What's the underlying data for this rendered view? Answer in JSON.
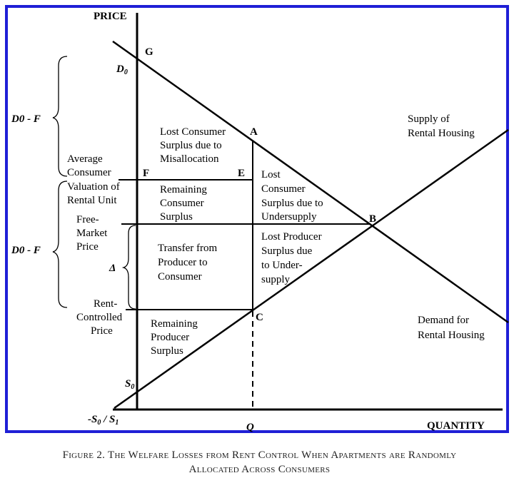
{
  "axes": {
    "y_label": "PRICE",
    "x_label": "QUANTITY"
  },
  "points": {
    "G": "G",
    "D0_sym": "D",
    "D0_sub": "0",
    "A": "A",
    "E": "E",
    "F": "F",
    "B": "B",
    "C": "C",
    "S0_sym": "S",
    "S0_sub": "0",
    "intercept": "-S",
    "intercept_sub0": "0",
    "intercept_mid": " / S",
    "intercept_sub1": "1",
    "Q": "Q"
  },
  "curves": {
    "supply": [
      "Supply of",
      "Rental Housing"
    ],
    "demand": [
      "Demand for",
      "Rental Housing"
    ]
  },
  "regions": {
    "lost_cs_misallocation": [
      "Lost Consumer",
      "Surplus due to",
      "Misallocation"
    ],
    "remaining_cs": [
      "Remaining",
      "Consumer",
      "Surplus"
    ],
    "lost_cs_undersupply": [
      "Lost",
      "Consumer",
      "Surplus due to",
      "Undersupply"
    ],
    "transfer": [
      "Transfer from",
      "Producer to",
      "Consumer"
    ],
    "lost_ps": [
      "Lost Producer",
      "Surplus due",
      "to Under-",
      "supply"
    ],
    "remaining_ps": [
      "Remaining",
      "Producer",
      "Surplus"
    ]
  },
  "left_labels": {
    "d0f_top": "D0 - F",
    "d0f_bottom": "D0 - F",
    "avg_valuation": [
      "Average",
      "Consumer",
      "Valuation of",
      "Rental Unit"
    ],
    "free_market": [
      "Free-",
      "Market",
      "Price"
    ],
    "delta": "Δ",
    "rent_controlled": [
      "Rent-",
      "Controlled",
      "Price"
    ]
  },
  "caption": [
    "Figure 2. The Welfare Losses from Rent Control When Apartments are Randomly",
    "Allocated Across Consumers"
  ]
}
